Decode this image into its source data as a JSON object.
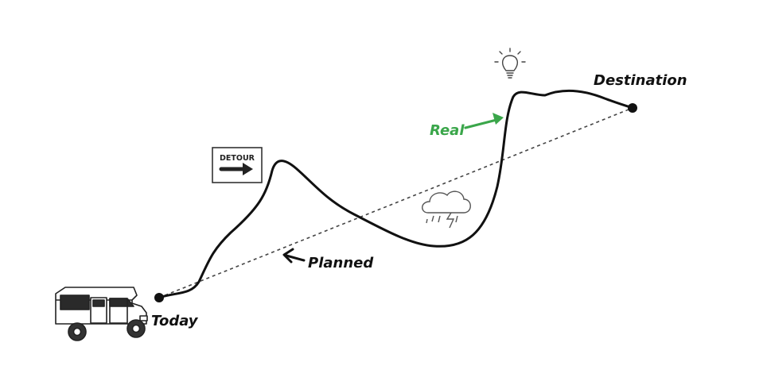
{
  "labels": {
    "start": "Today",
    "end": "Destination",
    "planned": "Planned",
    "real": "Real",
    "detour_sign": "DETOUR"
  },
  "colors": {
    "ink": "#111111",
    "real_accent": "#3aa64a",
    "background": "#ffffff",
    "sketch_gray": "#555555"
  },
  "icons": {
    "vehicle": "rv-camper-icon",
    "sign": "detour-sign-icon",
    "storm": "storm-cloud-icon",
    "idea": "lightbulb-icon"
  }
}
